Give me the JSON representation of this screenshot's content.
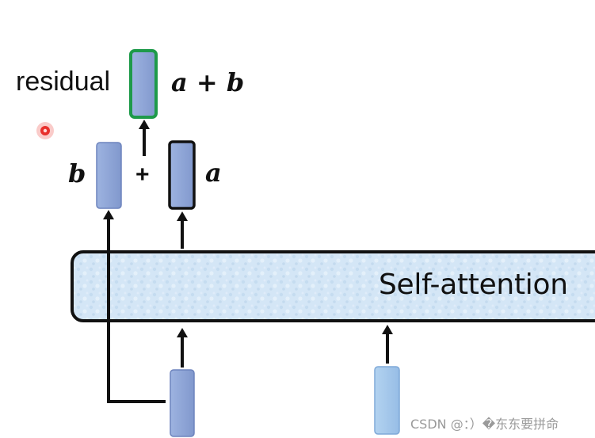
{
  "diagram": {
    "residual_label": "residual",
    "output_label": "a + b",
    "left_operand_label": "b",
    "operator_label": "+",
    "right_operand_label": "a",
    "block_label": "Self-attention"
  },
  "watermark": "CSDN @：）�东东要拼命",
  "colors": {
    "block_fill": "#d6e8f7",
    "vector_fill": "#8fa6d8",
    "vector_fill_light": "#a6c8ea",
    "output_border": "#1e9a4a",
    "pointer_dot": "#e8302c",
    "stroke": "#111111"
  }
}
